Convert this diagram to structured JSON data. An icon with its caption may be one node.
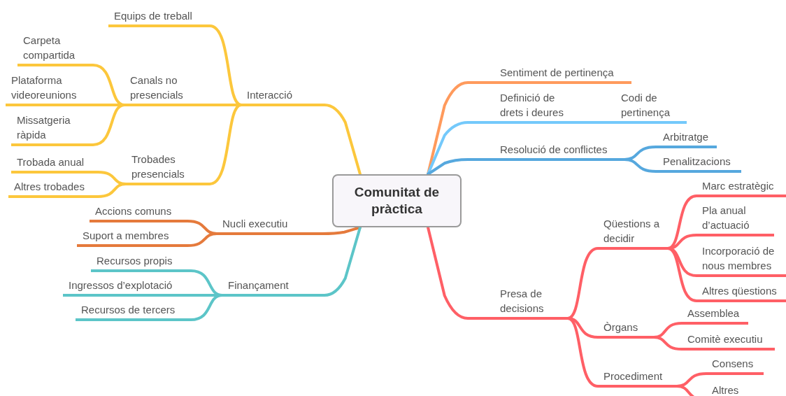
{
  "diagram": {
    "nodes": [
      {
        "text": [
          "Comunitat de pràctica"
        ]
      },
      {
        "text": [
          "Interacció"
        ]
      },
      {
        "text": [
          "Equips de treball"
        ]
      },
      {
        "text": [
          "Canals no presencials"
        ]
      },
      {
        "text": [
          "Carpeta compartida"
        ]
      },
      {
        "text": [
          "Plataforma videoreunions"
        ]
      },
      {
        "text": [
          "Missatgeria ràpida"
        ]
      },
      {
        "text": [
          "Trobades presencials"
        ]
      },
      {
        "text": [
          "Trobada anual"
        ]
      },
      {
        "text": [
          "Altres trobades"
        ]
      },
      {
        "text": [
          "Nucli executiu"
        ]
      },
      {
        "text": [
          "Accions comuns"
        ]
      },
      {
        "text": [
          "Suport a membres"
        ]
      },
      {
        "text": [
          "Finançament"
        ]
      },
      {
        "text": [
          "Recursos propis"
        ]
      },
      {
        "text": [
          "Ingressos d’explotació"
        ]
      },
      {
        "text": [
          "Recursos de tercers"
        ]
      },
      {
        "text": [
          "Sentiment de pertinença"
        ]
      },
      {
        "text": [
          "Definició de drets i deures"
        ]
      },
      {
        "text": [
          "Codi de pertinença"
        ]
      },
      {
        "text": [
          "Resolució de conflictes"
        ]
      },
      {
        "text": [
          "Arbitratge"
        ]
      },
      {
        "text": [
          "Penalitzacions"
        ]
      },
      {
        "text": [
          "Presa de decisions"
        ]
      },
      {
        "text": [
          "Qüestions a decidir"
        ]
      },
      {
        "text": [
          "Marc estratègic"
        ]
      },
      {
        "text": [
          "Pla anual d’actuació"
        ]
      },
      {
        "text": [
          "Incorporació de nous membres"
        ]
      },
      {
        "text": [
          "Altres qüestions"
        ]
      },
      {
        "text": [
          "Òrgans"
        ]
      },
      {
        "text": [
          "Assemblea"
        ]
      },
      {
        "text": [
          "Comitè executiu"
        ]
      },
      {
        "text": [
          "Procediment"
        ]
      },
      {
        "text": [
          "Consens"
        ]
      },
      {
        "text": [
          "Altres"
        ]
      }
    ],
    "edges": [
      {
        "from": 0,
        "to": 1,
        "arrow": "none",
        "color": "#fcc73c"
      },
      {
        "from": 1,
        "to": 2,
        "arrow": "none",
        "color": "#fcc73c"
      },
      {
        "from": 1,
        "to": 3,
        "arrow": "none",
        "color": "#fcc73c"
      },
      {
        "from": 3,
        "to": 4,
        "arrow": "none",
        "color": "#fcc73c"
      },
      {
        "from": 3,
        "to": 5,
        "arrow": "none",
        "color": "#fcc73c"
      },
      {
        "from": 3,
        "to": 6,
        "arrow": "none",
        "color": "#fcc73c"
      },
      {
        "from": 1,
        "to": 7,
        "arrow": "none",
        "color": "#fcc73c"
      },
      {
        "from": 7,
        "to": 8,
        "arrow": "none",
        "color": "#fcc73c"
      },
      {
        "from": 7,
        "to": 9,
        "arrow": "none",
        "color": "#fcc73c"
      },
      {
        "from": 0,
        "to": 10,
        "arrow": "none",
        "color": "#e57a3c"
      },
      {
        "from": 10,
        "to": 11,
        "arrow": "none",
        "color": "#e57a3c"
      },
      {
        "from": 10,
        "to": 12,
        "arrow": "none",
        "color": "#e57a3c"
      },
      {
        "from": 0,
        "to": 13,
        "arrow": "none",
        "color": "#5cc5c8"
      },
      {
        "from": 13,
        "to": 14,
        "arrow": "none",
        "color": "#5cc5c8"
      },
      {
        "from": 13,
        "to": 15,
        "arrow": "none",
        "color": "#5cc5c8"
      },
      {
        "from": 13,
        "to": 16,
        "arrow": "none",
        "color": "#5cc5c8"
      },
      {
        "from": 0,
        "to": 17,
        "arrow": "none",
        "color": "#ff9a5c"
      },
      {
        "from": 0,
        "to": 18,
        "arrow": "none",
        "color": "#74c9fb"
      },
      {
        "from": 18,
        "to": 19,
        "arrow": "none",
        "color": "#74c9fb"
      },
      {
        "from": 0,
        "to": 20,
        "arrow": "none",
        "color": "#56a8de"
      },
      {
        "from": 20,
        "to": 21,
        "arrow": "none",
        "color": "#56a8de"
      },
      {
        "from": 20,
        "to": 22,
        "arrow": "none",
        "color": "#56a8de"
      },
      {
        "from": 0,
        "to": 23,
        "arrow": "none",
        "color": "#ff5f66"
      },
      {
        "from": 23,
        "to": 24,
        "arrow": "none",
        "color": "#ff5f66"
      },
      {
        "from": 24,
        "to": 25,
        "arrow": "none",
        "color": "#ff5f66"
      },
      {
        "from": 24,
        "to": 26,
        "arrow": "none",
        "color": "#ff5f66"
      },
      {
        "from": 24,
        "to": 27,
        "arrow": "none",
        "color": "#ff5f66"
      },
      {
        "from": 24,
        "to": 28,
        "arrow": "none",
        "color": "#ff5f66"
      },
      {
        "from": 23,
        "to": 29,
        "arrow": "none",
        "color": "#ff5f66"
      },
      {
        "from": 29,
        "to": 30,
        "arrow": "none",
        "color": "#ff5f66"
      },
      {
        "from": 29,
        "to": 31,
        "arrow": "none",
        "color": "#ff5f66"
      },
      {
        "from": 23,
        "to": 32,
        "arrow": "none",
        "color": "#ff5f66"
      },
      {
        "from": 32,
        "to": 33,
        "arrow": "none",
        "color": "#ff5f66"
      },
      {
        "from": 32,
        "to": 34,
        "arrow": "none",
        "color": "#ff5f66"
      }
    ]
  }
}
